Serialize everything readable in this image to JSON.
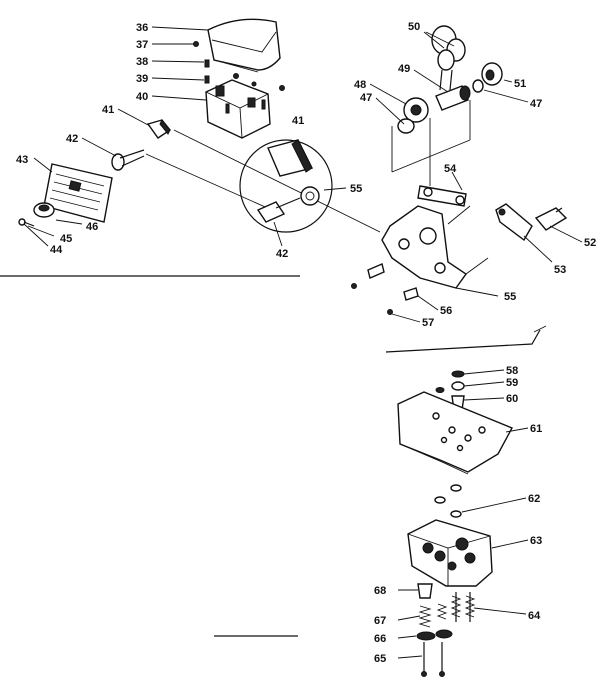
{
  "labels": {
    "p36": "36",
    "p37": "37",
    "p38": "38",
    "p39": "39",
    "p40": "40",
    "p41": "41",
    "p41b": "41",
    "p42": "42",
    "p42b": "42",
    "p43": "43",
    "p44": "44",
    "p45": "45",
    "p46": "46",
    "p47": "47",
    "p47b": "47",
    "p48": "48",
    "p49": "49",
    "p50": "50",
    "p51": "51",
    "p52": "52",
    "p53": "53",
    "p54": "54",
    "p55": "55",
    "p55b": "55",
    "p56": "56",
    "p57": "57",
    "p58": "58",
    "p59": "59",
    "p60": "60",
    "p61": "61",
    "p62": "62",
    "p63": "63",
    "p64": "64",
    "p65": "65",
    "p66": "66",
    "p67": "67",
    "p68": "68"
  }
}
